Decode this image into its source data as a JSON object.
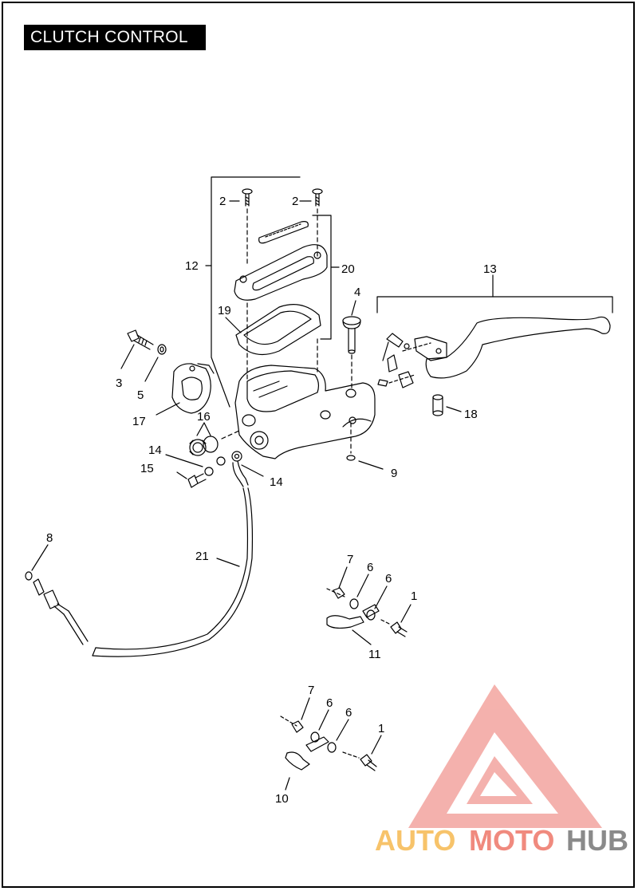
{
  "title": "CLUTCH CONTROL",
  "callouts": {
    "c1a": "1",
    "c1b": "1",
    "c2a": "2",
    "c2b": "2",
    "c3": "3",
    "c4": "4",
    "c5": "5",
    "c6a": "6",
    "c6b": "6",
    "c6c": "6",
    "c6d": "6",
    "c7a": "7",
    "c7b": "7",
    "c8": "8",
    "c9": "9",
    "c10": "10",
    "c11": "11",
    "c12": "12",
    "c13": "13",
    "c14a": "14",
    "c14b": "14",
    "c15": "15",
    "c16": "16",
    "c17": "17",
    "c18": "18",
    "c19": "19",
    "c20": "20",
    "c21": "21"
  },
  "watermark": {
    "part1": "AUTO",
    "part2": "MOTO",
    "part3": "HUB",
    "colors": {
      "auto": "#f7c36a",
      "moto": "#f08a7e",
      "hub": "#8a8a8a",
      "logo": "#ee6b66"
    }
  }
}
